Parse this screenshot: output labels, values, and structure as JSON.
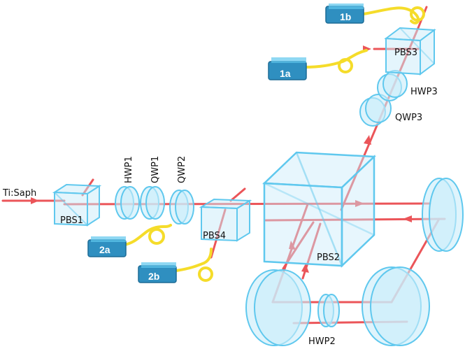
{
  "labels": {
    "source": "Ti:Saph",
    "pbs1": "PBS1",
    "hwp1": "HWP1",
    "qwp1": "QWP1",
    "qwp2": "QWP2",
    "pbs4": "PBS4",
    "pbs2": "PBS2",
    "pbs3": "PBS3",
    "hwp3": "HWP3",
    "qwp3": "QWP3",
    "hwp2": "HWP2"
  },
  "fibers": {
    "f1a": "1a",
    "f1b": "1b",
    "f2a": "2a",
    "f2b": "2b"
  },
  "colors": {
    "beam": "#e8383d",
    "optic": "#5fc8ee",
    "optic_fill": "#c9ecfa",
    "fiber_cable": "#f5dc2a",
    "fiber_box": "#2f8fc0"
  }
}
